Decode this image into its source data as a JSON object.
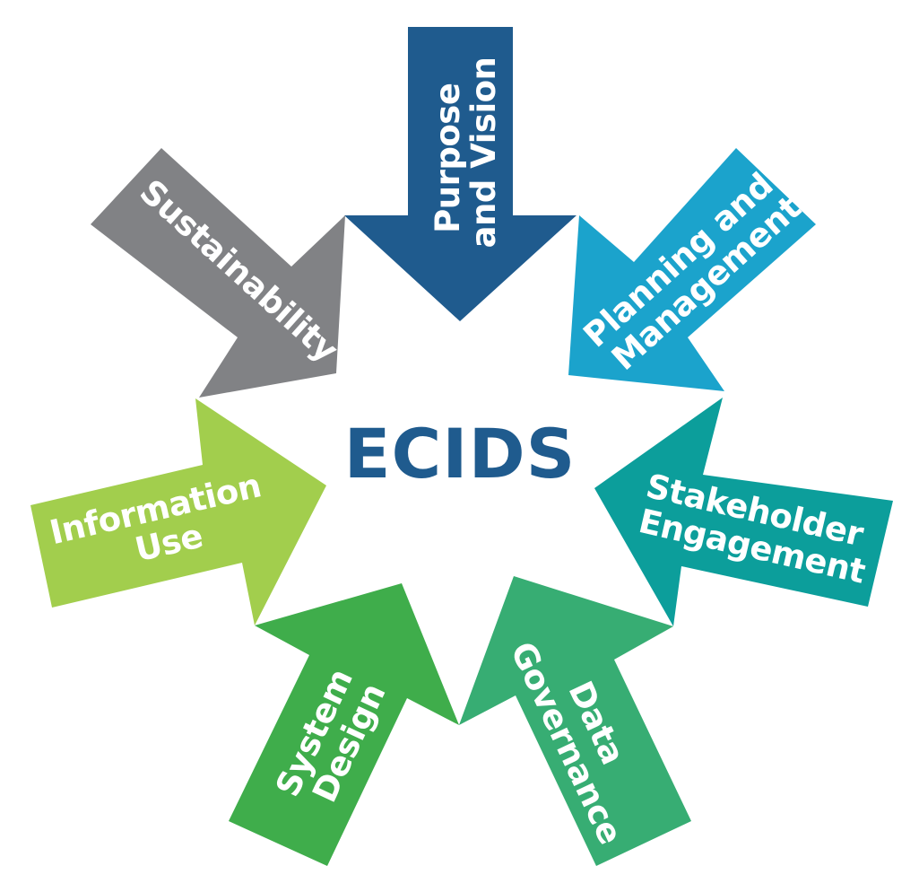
{
  "center": {
    "label": "ECIDS",
    "color": "#1f5b8e"
  },
  "arrows": [
    {
      "id": "purpose-vision",
      "lines": [
        "Purpose",
        "and Vision"
      ],
      "color": "#1f5b8e",
      "icon": "arrow-down"
    },
    {
      "id": "planning-management",
      "lines": [
        "Planning and",
        "Management"
      ],
      "color": "#1ba3cc",
      "icon": "arrow-down-left"
    },
    {
      "id": "stakeholder-engagement",
      "lines": [
        "Stakeholder",
        "Engagement"
      ],
      "color": "#0c9e9b",
      "icon": "arrow-left"
    },
    {
      "id": "data-governance",
      "lines": [
        "Data",
        "Governance"
      ],
      "color": "#37ad73",
      "icon": "arrow-up-left"
    },
    {
      "id": "system-design",
      "lines": [
        "System",
        "Design"
      ],
      "color": "#3fad4b",
      "icon": "arrow-up"
    },
    {
      "id": "information-use",
      "lines": [
        "Information",
        "Use"
      ],
      "color": "#a2ce4d",
      "icon": "arrow-right"
    },
    {
      "id": "sustainability",
      "lines": [
        "Sustainability"
      ],
      "color": "#818285",
      "icon": "arrow-down-right"
    }
  ]
}
